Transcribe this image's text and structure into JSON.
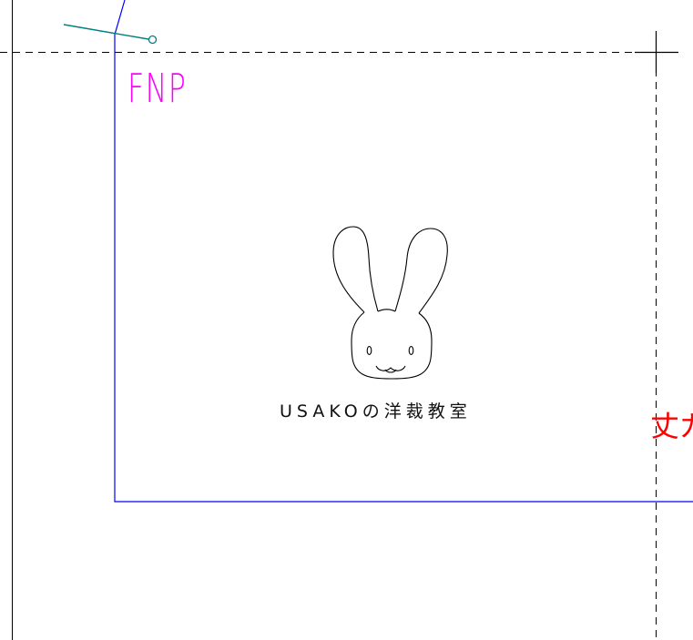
{
  "labels": {
    "point_label": "FNP",
    "brand": "USAKOの洋裁教室",
    "length_label": "丈ガ"
  },
  "colors": {
    "pattern_line": "#0000ff",
    "point_label": "#ff00ff",
    "length_label": "#ff0000",
    "neck_guide": "#008080",
    "guide_line": "#000000",
    "background": "#ffffff"
  },
  "icons": {
    "logo": "rabbit-face-logo",
    "crosshair": "crosshair-marker",
    "endpoint": "circle-endpoint-marker"
  }
}
